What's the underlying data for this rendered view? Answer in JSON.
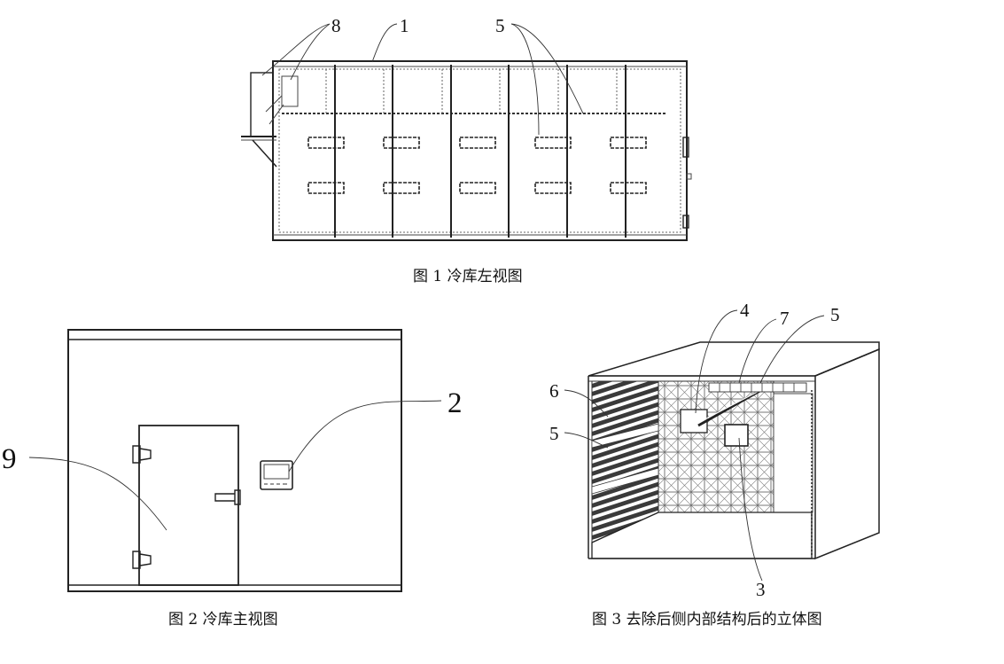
{
  "captions": {
    "fig1": "图 1  冷库左视图",
    "fig2": "图 2  冷库主视图",
    "fig3": "图 3  去除后侧内部结构后的立体图"
  },
  "fig1_labels": {
    "l8": "8",
    "l1": "1",
    "l5": "5"
  },
  "fig2_labels": {
    "l2": "2",
    "l9": "9"
  },
  "fig3_labels": {
    "l4": "4",
    "l7": "7",
    "l5a": "5",
    "l6": "6",
    "l5b": "5",
    "l3": "3"
  }
}
